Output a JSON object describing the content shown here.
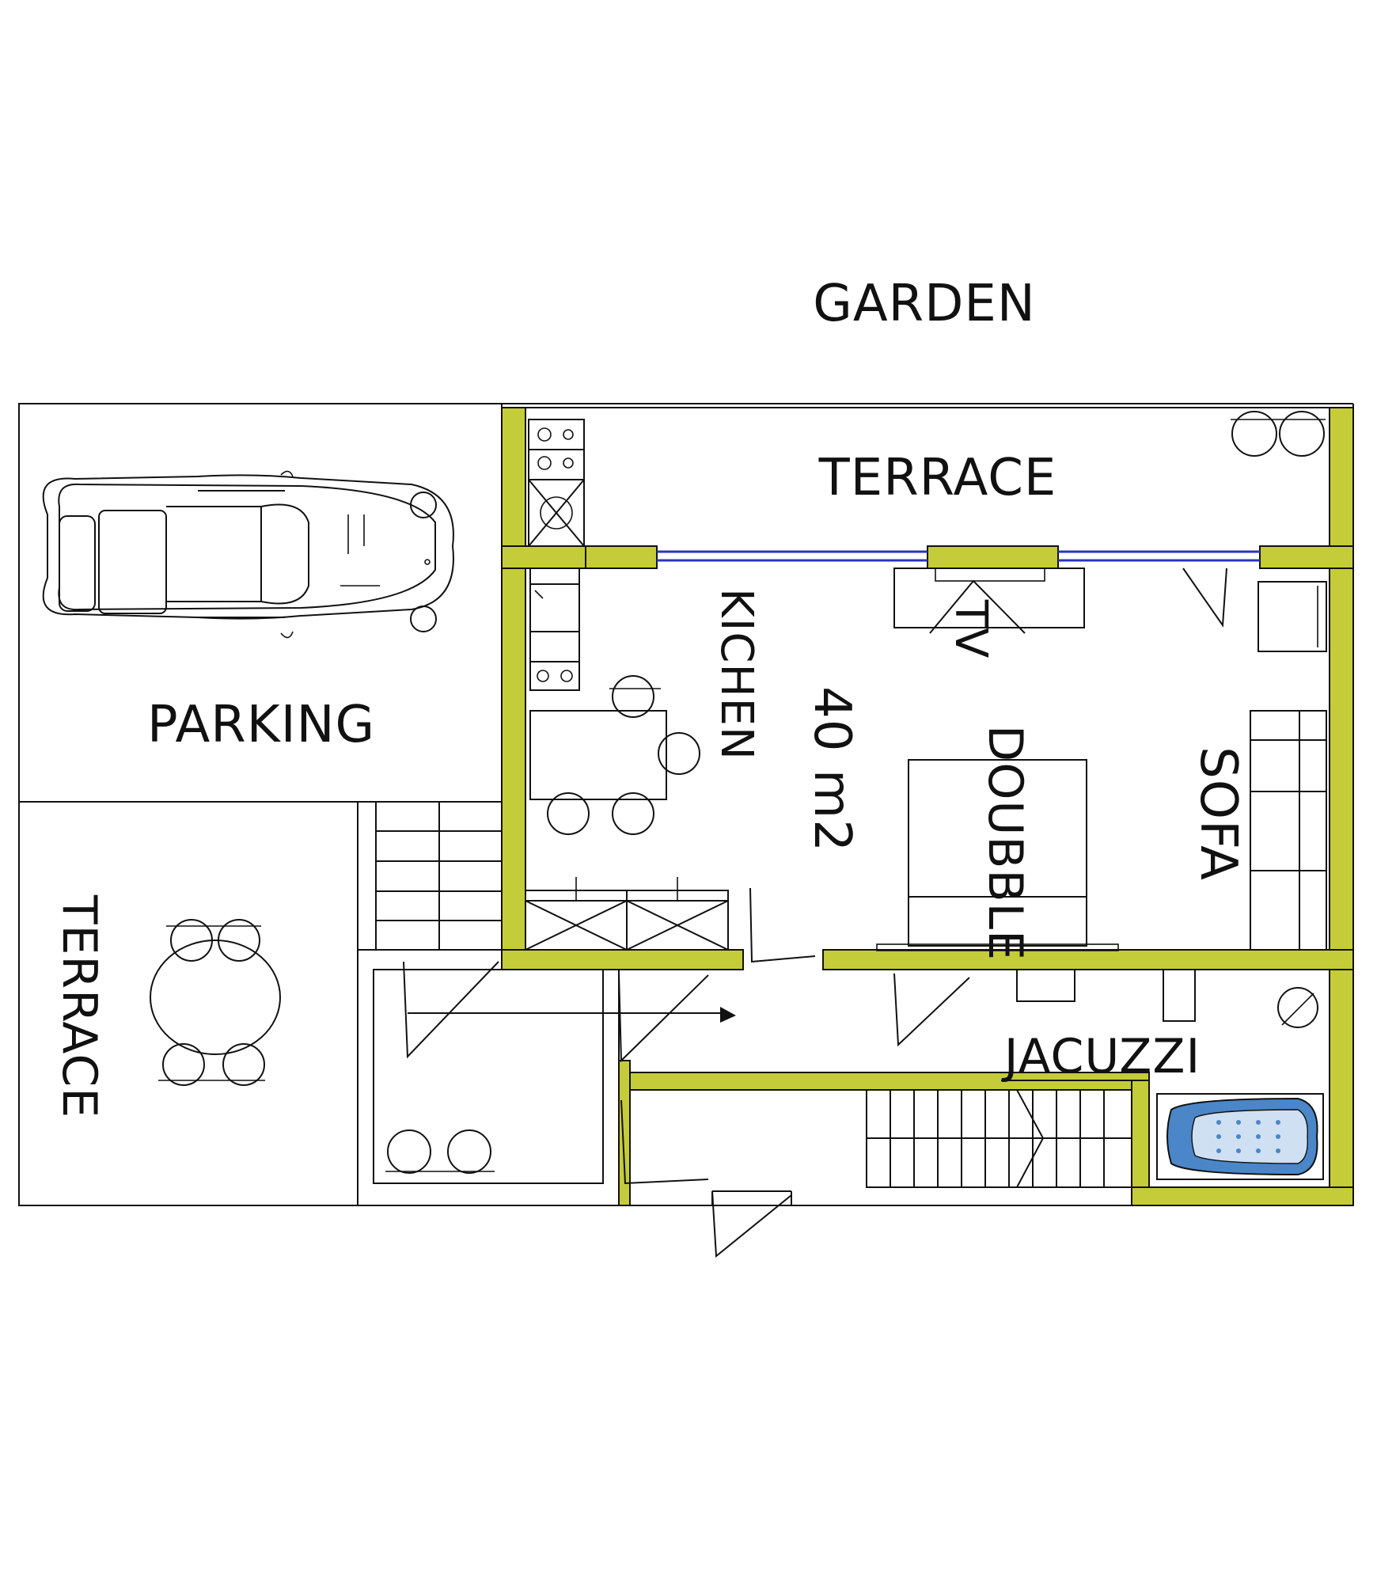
{
  "labels": {
    "garden": "GARDEN",
    "terrace_top": "TERRACE",
    "parking": "PARKING",
    "kitchen": "KICHEN",
    "area": "40 m2",
    "tv": "TV",
    "double": "DOUBBLE",
    "sofa": "SOFA",
    "terrace_left": "TERRACE",
    "jacuzzi": "JACUZZI"
  },
  "colors": {
    "wall": "#c5cc3a",
    "window": "#2a35b8",
    "jacuzzi": "#4a86c8",
    "line": "#111111"
  },
  "icons": {
    "car": "car-icon",
    "stove": "stove-icon",
    "jacuzzi": "jacuzzi-tub-icon",
    "stairs": "stairs-icon",
    "plant": "plant-icon"
  }
}
